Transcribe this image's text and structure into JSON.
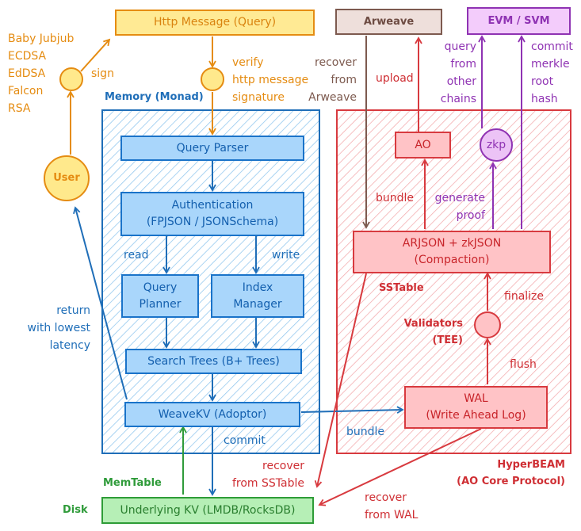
{
  "nodes": {
    "http_message": "Http Message (Query)",
    "arweave": "Arweave",
    "evm_svm": "EVM / SVM",
    "user": "User",
    "query_parser": "Query Parser",
    "authentication": "Authentication\n(FPJSON / JSONSchema)",
    "query_planner": "Query\nPlanner",
    "index_manager": "Index\nManager",
    "search_trees": "Search Trees (B+ Trees)",
    "weavekv": "WeaveKV (Adoptor)",
    "underlying_kv": "Underlying KV (LMDB/RocksDB)",
    "ao": "AO",
    "zkp": "zkp",
    "arjson": "ARJSON + zkJSON\n(Compaction)",
    "wal": "WAL\n(Write Ahead Log)"
  },
  "regions": {
    "memory": "Memory (Monad)",
    "hyperbeam": "HyperBEAM\n(AO Core Protocol)",
    "sstable": "SSTable",
    "validators": "Validators\n(TEE)",
    "memtable": "MemTable",
    "disk": "Disk"
  },
  "labels": {
    "signatures": "Baby Jubjub\nECDSA\nEdDSA\nFalcon\nRSA",
    "sign": "sign",
    "verify": "verify\nhttp message\nsignature",
    "recover_arweave": "recover\nfrom\nArweave",
    "upload": "upload",
    "query_chains": "query\nfrom\nother\nchains",
    "commit_merkle": "commit\nmerkle\nroot\nhash",
    "read": "read",
    "write": "write",
    "return_latency": "return\nwith lowest\nlatency",
    "bundle_ao": "bundle",
    "generate_proof": "generate\nproof",
    "finalize": "finalize",
    "flush": "flush",
    "commit": "commit",
    "bundle_wal": "bundle",
    "recover_sstable": "recover\nfrom SSTable",
    "recover_wal": "recover\nfrom WAL"
  },
  "colors": {
    "orange": "#e58c12",
    "blue": "#1f6eb8",
    "red": "#d83a3f",
    "brown": "#7d5a4f",
    "purple": "#8f33b3",
    "green": "#2f9b3a"
  }
}
